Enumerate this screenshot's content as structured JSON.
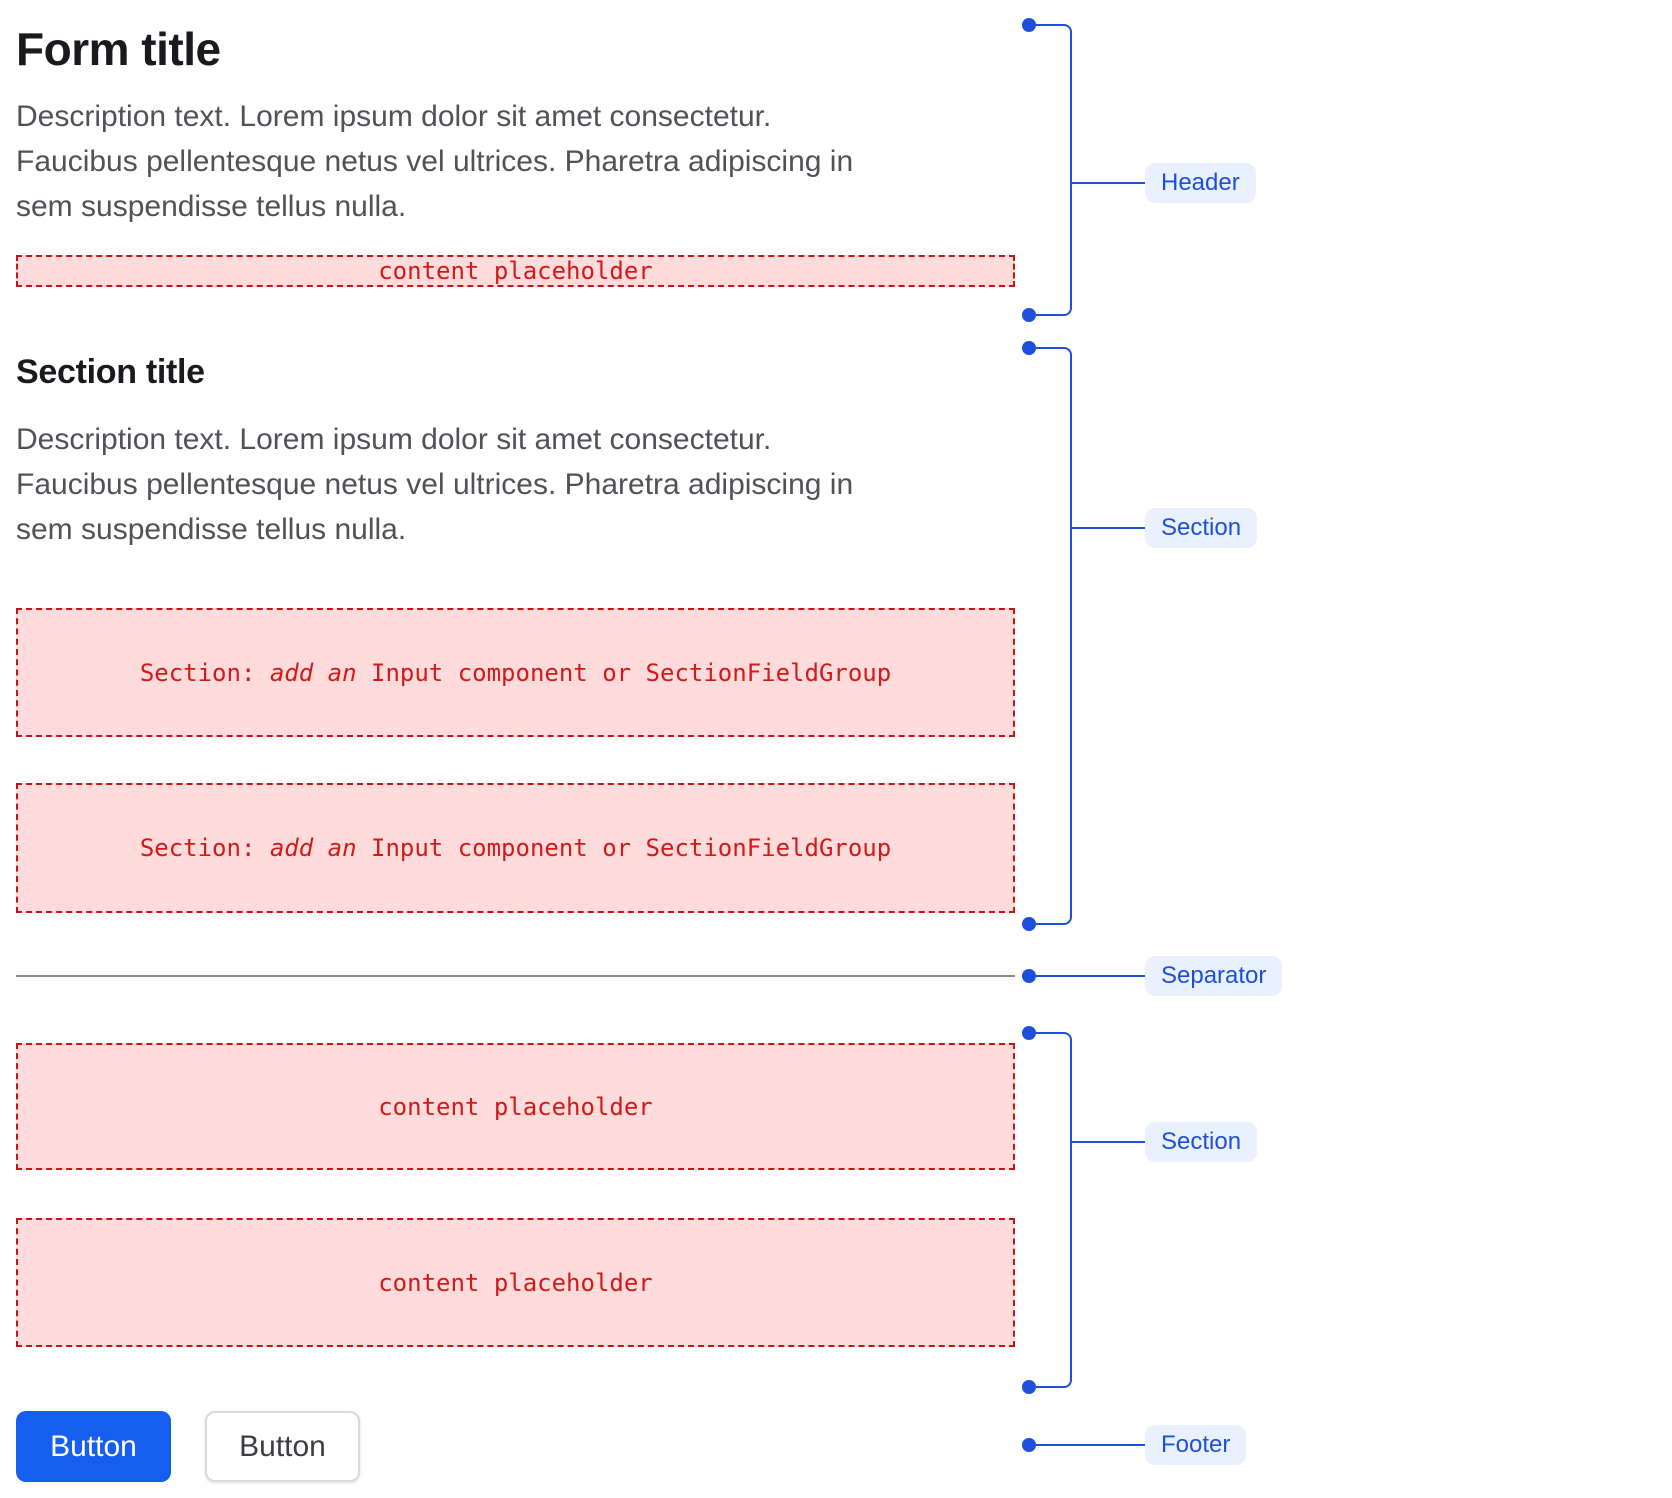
{
  "header": {
    "title": "Form title",
    "description_lines": [
      "Description text. Lorem ipsum dolor sit amet consectetur.",
      "Faucibus pellentesque netus vel ultrices. Pharetra adipiscing in",
      "sem suspendisse tellus nulla."
    ],
    "content_placeholder": "content placeholder"
  },
  "section_one": {
    "title": "Section title",
    "description_lines": [
      "Description text. Lorem ipsum dolor sit amet consectetur.",
      "Faucibus pellentesque netus vel ultrices. Pharetra adipiscing in",
      "sem suspendisse tellus nulla."
    ],
    "field_group_placeholder": {
      "prefix": "Section: ",
      "italic": "add an",
      "suffix": " Input component or SectionFieldGroup"
    }
  },
  "section_two": {
    "content_placeholder": "content placeholder"
  },
  "footer": {
    "primary_button_label": "Button",
    "secondary_button_label": "Button"
  },
  "annotations": {
    "header_label": "Header",
    "section_one_label": "Section",
    "separator_label": "Separator",
    "section_two_label": "Section",
    "footer_label": "Footer"
  },
  "colors": {
    "annotation_blue": "#1d4fdb",
    "pill_background": "#eaf1fe",
    "placeholder_background": "#ffdbdb",
    "placeholder_border": "#c81414",
    "placeholder_text": "#d31a1a",
    "primary_button_background": "#155eef",
    "separator_line": "#8a8a91"
  }
}
